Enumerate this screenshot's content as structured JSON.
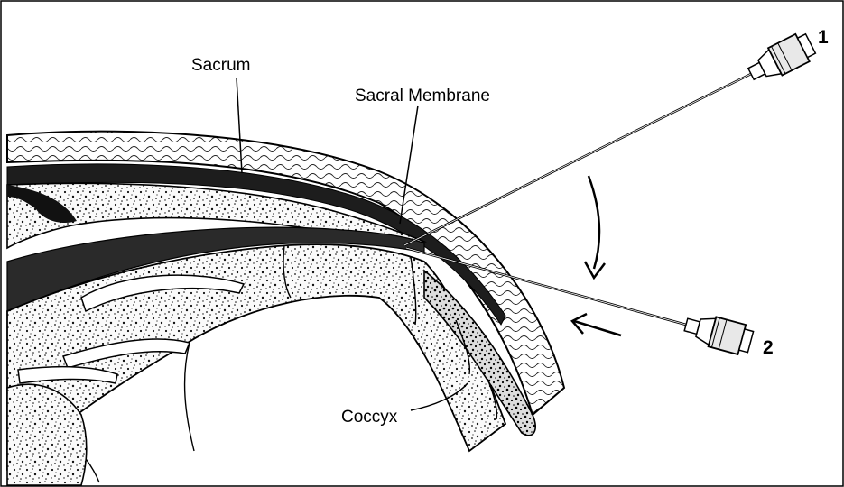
{
  "labels": {
    "sacrum": "Sacrum",
    "sacral_membrane": "Sacral Membrane",
    "coccyx": "Coccyx",
    "needle_1": "1",
    "needle_2": "2"
  },
  "colors": {
    "ink": "#000000",
    "paper": "#ffffff",
    "bone_fill": "#f4f4f4",
    "tissue_dark": "#222222"
  }
}
